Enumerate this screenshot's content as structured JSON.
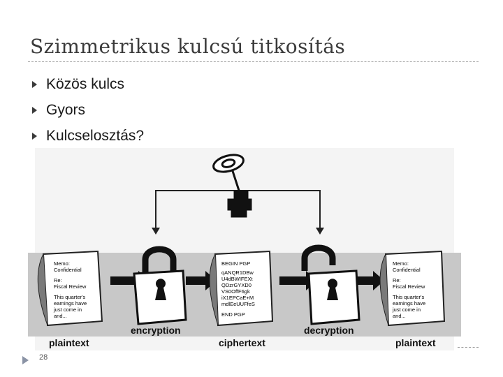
{
  "slide": {
    "title": "Szimmetrikus kulcsú titkosítás",
    "bullets": [
      "Közös kulcs",
      "Gyors",
      "Kulcselosztás?"
    ],
    "page_number": "28"
  },
  "diagram": {
    "plaintext_doc": [
      "Memo:",
      "Confidential",
      "Re:",
      "Fiscal Review",
      "This quarter's",
      "earnings have",
      "just come in",
      "and..."
    ],
    "plaintext_doc_right": [
      "Memo:",
      "Confidential",
      "Re:",
      "Fiscal Review",
      "This quarter's",
      "earnings have",
      "just come in",
      "and..."
    ],
    "cipher_doc": [
      "BEGIN PGP",
      "qANQR1DBw",
      "U4dBWIFEXt",
      "QDzrGYXD0",
      "VS0OffF6gk",
      "iX1EPCaE+M",
      "mdlEeUUFfeS",
      "END PGP"
    ],
    "labels": {
      "encryption": "encryption",
      "decryption": "decryption",
      "plaintext_left": "plaintext",
      "ciphertext": "ciphertext",
      "plaintext_right": "plaintext"
    }
  }
}
